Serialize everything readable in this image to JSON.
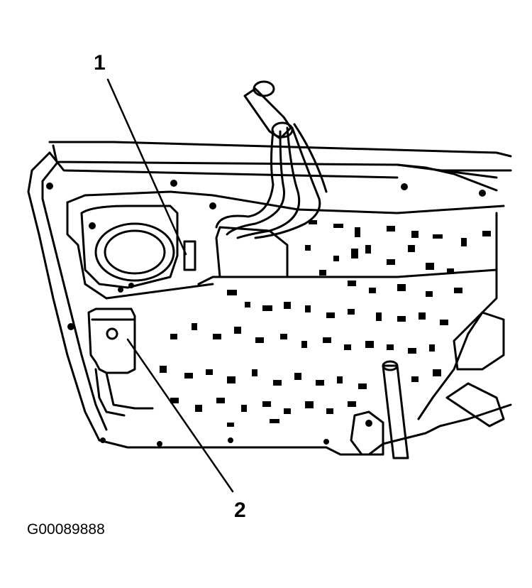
{
  "callouts": [
    {
      "number": "1"
    },
    {
      "number": "2"
    }
  ],
  "figure_id": "G00089888"
}
